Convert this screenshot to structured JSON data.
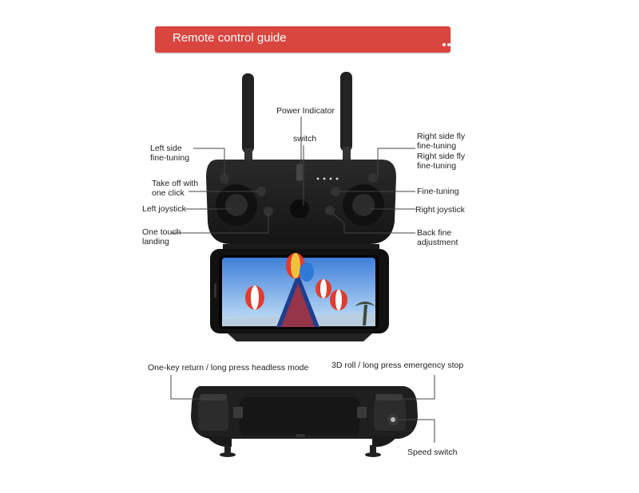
{
  "banner": {
    "title": "Remote control guide"
  },
  "front_labels": {
    "power_indicator": "Power Indicator",
    "switch": "switch",
    "left_side_line1": "Left side",
    "left_side_line2": "fine-tuning",
    "take_off_line1": "Take off with",
    "take_off_line2": "one click",
    "left_joystick": "Left joystick",
    "one_touch_line1": "One touch",
    "one_touch_line2": "landing",
    "right_side_a_line1": "Right side fly",
    "right_side_a_line2": "fine-tuning",
    "right_side_b_line1": "Right side fly",
    "right_side_b_line2": "fine-tuning",
    "fine_tuning": "Fine-tuning",
    "right_joystick": "Right joystick",
    "back_fine_line1": "Back fine",
    "back_fine_line2": "adjustment"
  },
  "top_labels": {
    "one_key_return": "One-key return / long press headless mode",
    "roll_stop": "3D roll / long press emergency stop",
    "speed_switch": "Speed switch"
  },
  "colors": {
    "banner": "#d9453f",
    "controller": "#1f1f1f",
    "label_text": "#222222"
  }
}
